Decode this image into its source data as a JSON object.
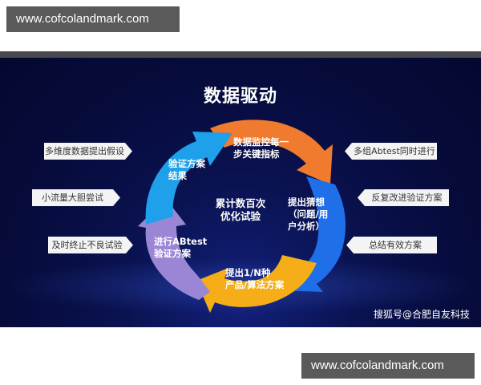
{
  "watermark": {
    "top": "www.cofcolandmark.com",
    "bottom": "www.cofcolandmark.com"
  },
  "slide": {
    "title": "数据驱动",
    "center_text": [
      "累计数百次",
      "优化试验"
    ],
    "cycle_steps": [
      {
        "lines": [
          "数据监控每一",
          "步关键指标"
        ],
        "color": "#f07a2e"
      },
      {
        "lines": [
          "提出猜想",
          "（问题/用",
          "户分析）"
        ],
        "color": "#1f6fe8"
      },
      {
        "lines": [
          "提出1/N种",
          "产品/算法方案"
        ],
        "color": "#f5ad18"
      },
      {
        "lines": [
          "进行ABtest",
          "验证方案"
        ],
        "color": "#9b86d6"
      },
      {
        "lines": [
          "验证方案",
          "结果"
        ],
        "color": "#1fa0ea"
      }
    ],
    "left_tags": [
      "多维度数据提出假设",
      "小流量大胆尝试",
      "及时终止不良试验"
    ],
    "right_tags": [
      "多组Abtest同时进行",
      "反复改进验证方案",
      "总结有效方案"
    ],
    "credit": "搜狐号@合肥自友科技",
    "colors": {
      "background": "#060b3a",
      "tag_bg": "#f4f4f4"
    }
  }
}
